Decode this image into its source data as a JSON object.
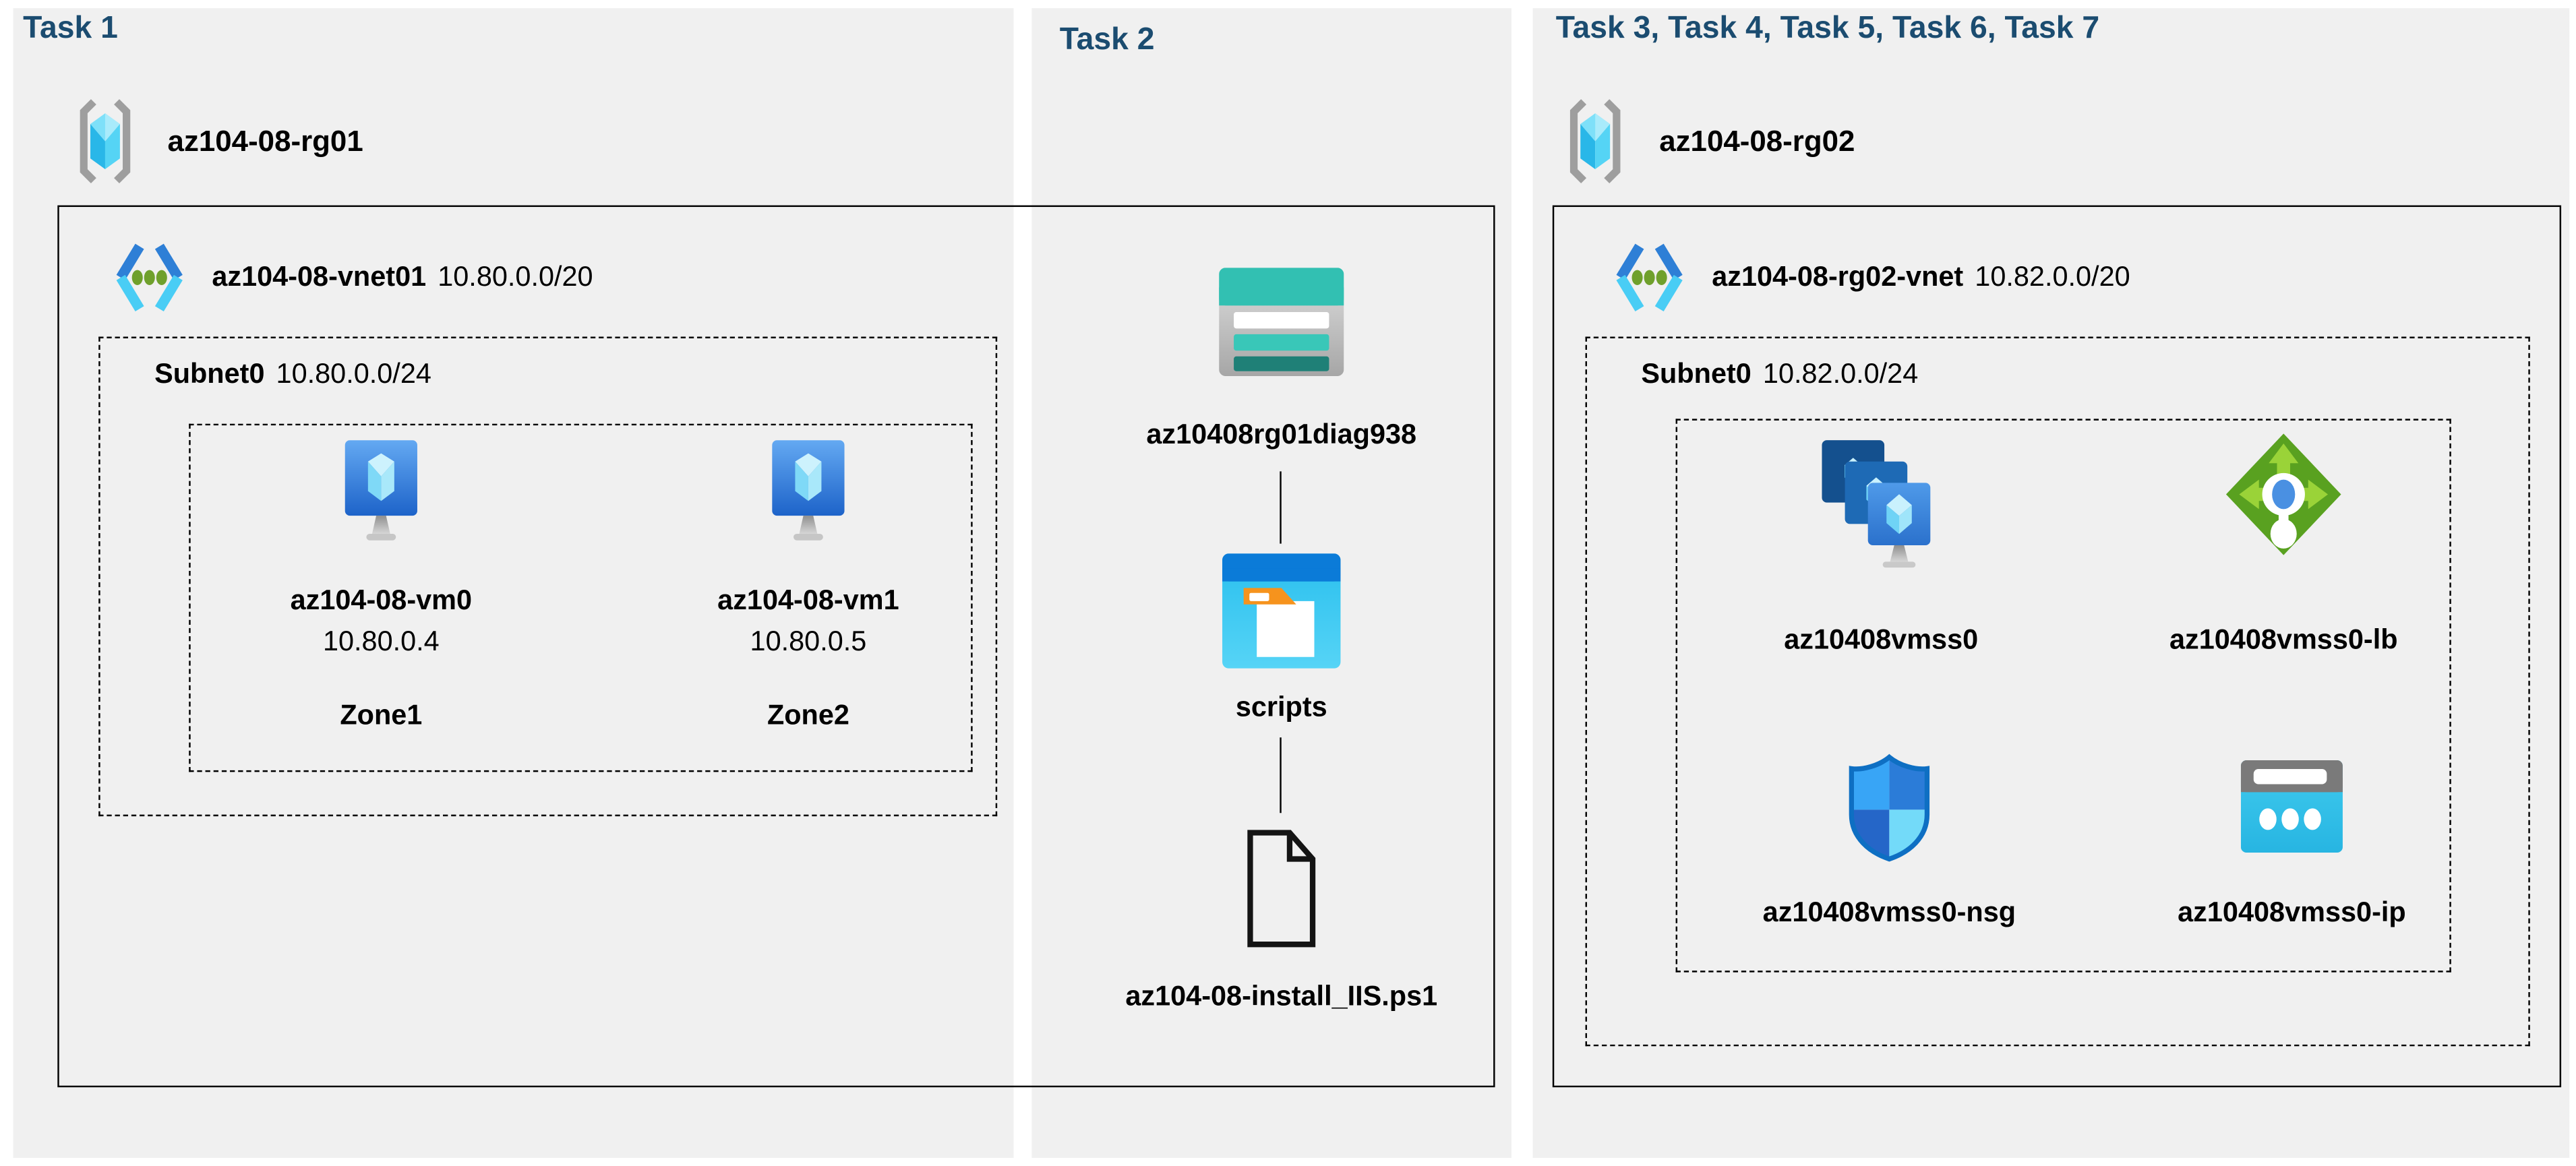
{
  "colors": {
    "page_bg": "#ffffff",
    "panel_bg": "#f0f0f0",
    "heading_text": "#1b4c70",
    "label_text": "#000000",
    "box_border": "#000000",
    "azure_blue": "#2e7fd6",
    "azure_cyan": "#49cdf5",
    "storage_teal": "#32c0b2",
    "lb_green": "#59a120",
    "folder_orange": "#f6931d"
  },
  "icons": {
    "resource_group": "resource-group-icon",
    "virtual_network": "virtual-network-icon",
    "virtual_machine": "vm-icon",
    "storage_account": "storage-account-icon",
    "blob_container": "blob-container-icon",
    "script_file": "file-icon",
    "vm_scale_set": "vmss-icon",
    "load_balancer": "load-balancer-icon",
    "network_security_group": "nsg-icon",
    "public_ip": "public-ip-icon"
  },
  "columns": {
    "task1": {
      "heading": "Task 1",
      "resource_group": "az104-08-rg01",
      "vnet": {
        "name": "az104-08-vnet01",
        "cidr": "10.80.0.0/20"
      },
      "subnet": {
        "name": "Subnet0",
        "cidr": "10.80.0.0/24"
      },
      "vms": [
        {
          "name": "az104-08-vm0",
          "ip": "10.80.0.4",
          "zone": "Zone1"
        },
        {
          "name": "az104-08-vm1",
          "ip": "10.80.0.5",
          "zone": "Zone2"
        }
      ]
    },
    "task2": {
      "heading": "Task 2",
      "storage_account": "az10408rg01diag938",
      "container": "scripts",
      "file": "az104-08-install_IIS.ps1"
    },
    "task3": {
      "heading": "Task 3, Task 4, Task 5, Task 6, Task 7",
      "resource_group": "az104-08-rg02",
      "vnet": {
        "name": "az104-08-rg02-vnet",
        "cidr": "10.82.0.0/20"
      },
      "subnet": {
        "name": "Subnet0",
        "cidr": "10.82.0.0/24"
      },
      "resources": [
        {
          "name": "az10408vmss0"
        },
        {
          "name": "az10408vmss0-lb"
        },
        {
          "name": "az10408vmss0-nsg"
        },
        {
          "name": "az10408vmss0-ip"
        }
      ]
    }
  }
}
